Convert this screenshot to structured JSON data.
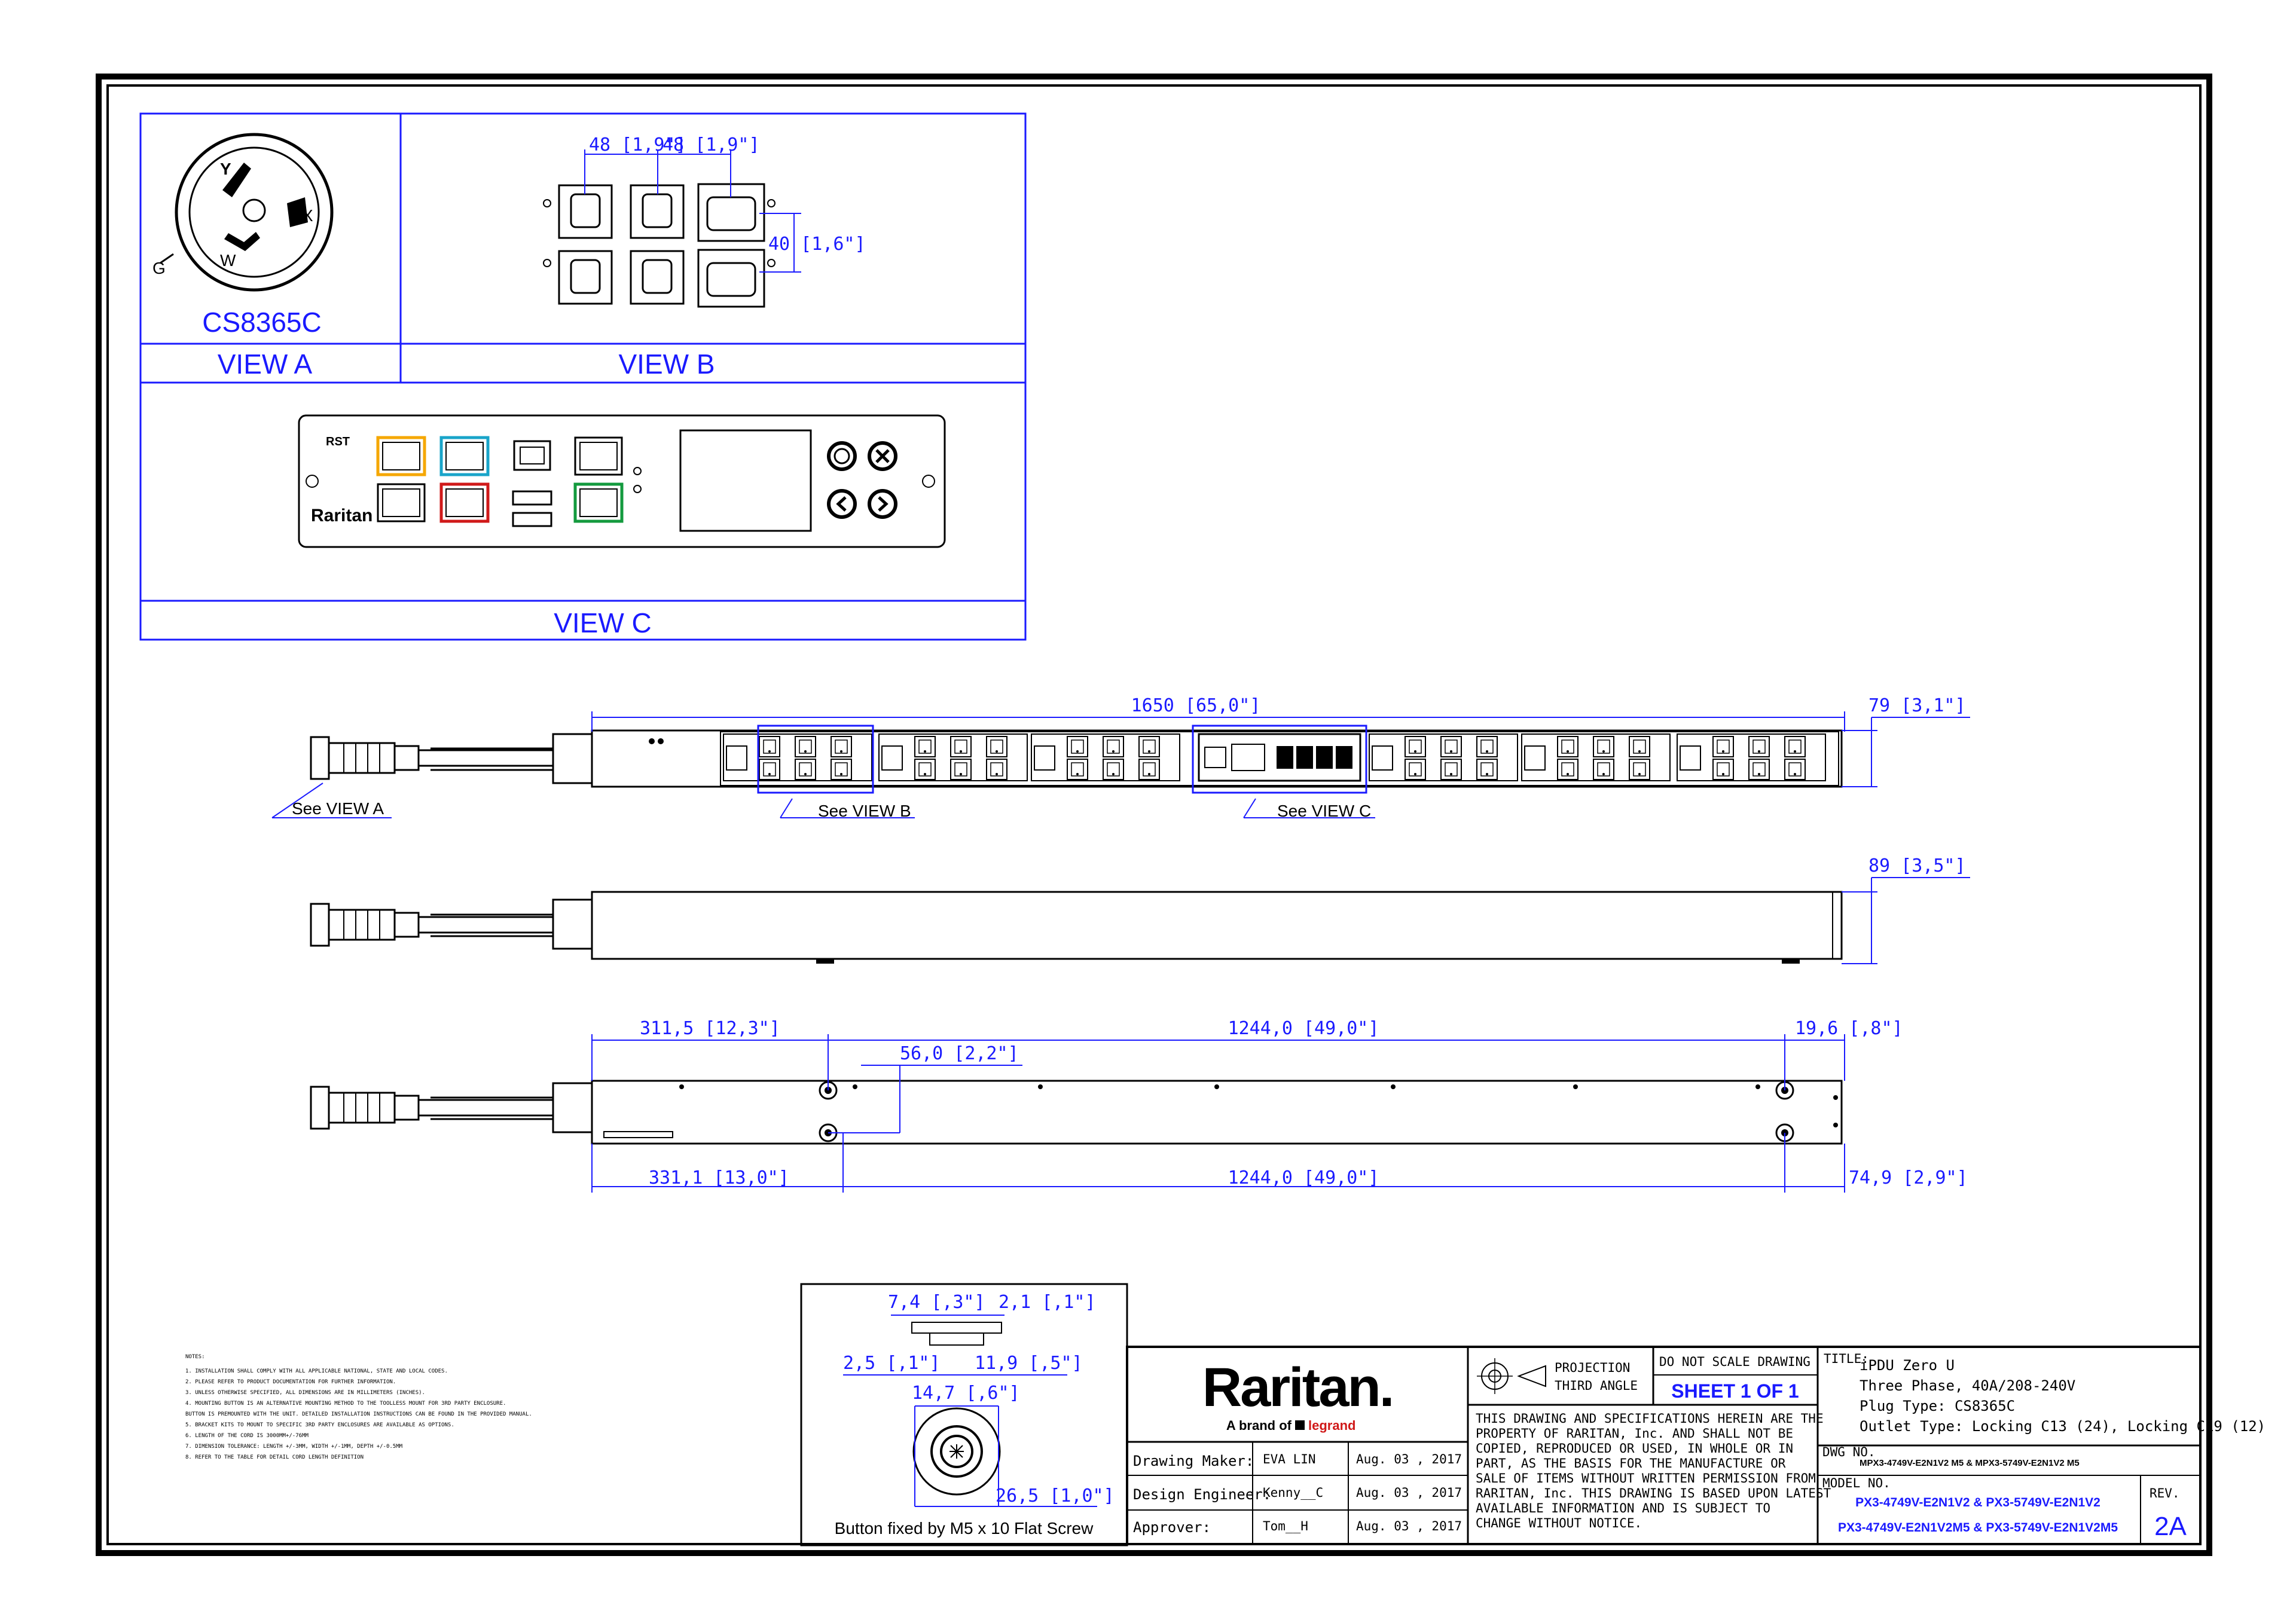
{
  "views": {
    "plug_model": "CS8365C",
    "view_a": "VIEW A",
    "view_b": "VIEW B",
    "view_c": "VIEW C",
    "pins": {
      "y": "Y",
      "x": "X",
      "w": "W",
      "g": "G"
    }
  },
  "view_b_dims": {
    "spacing_1": "48 [1,9\"]",
    "spacing_2": "48 [1,9\"]",
    "height": "40 [1,6\"]"
  },
  "view_c_panel": {
    "rst": "RST",
    "brand": "Raritan"
  },
  "main_dims": {
    "length": "1650 [65,0\"]",
    "width": "79 [3,1\"]",
    "depth": "89 [3,5\"]",
    "bracket_offset_top": "311,5 [12,3\"]",
    "bracket_span_top": "1244,0 [49,0\"]",
    "bracket_end_top": "19,6 [,8\"]",
    "bracket_gap": "56,0 [2,2\"]",
    "bracket_offset_bottom": "331,1 [13,0\"]",
    "bracket_span_bottom": "1244,0 [49,0\"]",
    "bracket_end_bottom": "74,9 [2,9\"]"
  },
  "callouts": {
    "see_a": "See VIEW A",
    "see_b": "See VIEW B",
    "see_c": "See VIEW C"
  },
  "button_detail": {
    "d1": "7,4 [,3\"]",
    "d2": "2,1 [,1\"]",
    "d3": "2,5 [,1\"]",
    "d4": "11,9 [,5\"]",
    "d5": "14,7 [,6\"]",
    "d6": "26,5 [1,0\"]",
    "caption": "Button fixed by M5 x 10 Flat Screw"
  },
  "notes": {
    "heading": "NOTES:",
    "items": [
      "1. INSTALLATION SHALL COMPLY WITH ALL APPLICABLE NATIONAL, STATE AND LOCAL CODES.",
      "2. PLEASE REFER TO PRODUCT DOCUMENTATION FOR FURTHER INFORMATION.",
      "3. UNLESS OTHERWISE SPECIFIED, ALL DIMENSIONS ARE IN MILLIMETERS (INCHES).",
      "4. MOUNTING BUTTON IS AN ALTERNATIVE MOUNTING METHOD TO THE TOOLLESS MOUNT FOR 3RD PARTY ENCLOSURE.",
      "   BUTTON IS PREMOUNTED WITH THE UNIT. DETAILED INSTALLATION INSTRUCTIONS CAN BE FOUND IN THE PROVIDED MANUAL.",
      "5. BRACKET KITS TO MOUNT TO SPECIFIC 3RD PARTY ENCLOSURES ARE AVAILABLE AS OPTIONS.",
      "6. LENGTH OF THE CORD IS 3000MM+/-76MM",
      "7. DIMENSION TOLERANCE: LENGTH +/-3MM, WIDTH +/-1MM, DEPTH +/-0.5MM",
      "8. REFER TO THE TABLE FOR DETAIL CORD LENGTH DEFINITION"
    ]
  },
  "title_block": {
    "logo": "Raritan.",
    "tagline_prefix": "A brand of",
    "tagline_brand": "legrand",
    "rows": [
      {
        "role": "Drawing Maker:",
        "name": "EVA LIN",
        "date": "Aug. 03 , 2017"
      },
      {
        "role": "Design Engineer:",
        "name": "Kenny__C",
        "date": "Aug. 03 , 2017"
      },
      {
        "role": "Approver:",
        "name": "Tom__H",
        "date": "Aug. 03 , 2017"
      }
    ],
    "projection_1": "PROJECTION",
    "projection_2": "THIRD ANGLE",
    "do_not_scale": "DO NOT SCALE DRAWING",
    "sheet": "SHEET 1 OF 1",
    "disclaimer": [
      "THIS DRAWING AND SPECIFICATIONS HEREIN ARE THE",
      "PROPERTY OF RARITAN, Inc. AND SHALL NOT BE",
      "COPIED, REPRODUCED OR USED, IN WHOLE OR IN",
      "PART, AS THE BASIS FOR THE MANUFACTURE OR",
      "SALE OF ITEMS WITHOUT WRITTEN PERMISSION FROM",
      "RARITAN, Inc. THIS DRAWING IS BASED UPON LATEST",
      "AVAILABLE INFORMATION AND IS SUBJECT TO",
      "CHANGE WITHOUT NOTICE."
    ],
    "title_label": "TITLE:",
    "title_lines": [
      "iPDU Zero U",
      "Three Phase, 40A/208-240V",
      "Plug Type: CS8365C",
      "Outlet Type: Locking C13 (24), Locking C19 (12)"
    ],
    "dwg_label": "DWG NO.",
    "dwg_no": "MPX3-4749V-E2N1V2 M5 & MPX3-5749V-E2N1V2 M5",
    "model_label": "MODEL NO.",
    "model_1": "PX3-4749V-E2N1V2 & PX3-5749V-E2N1V2",
    "model_2": "PX3-4749V-E2N1V2M5 & PX3-5749V-E2N1V2M5",
    "rev_label": "REV.",
    "rev": "2A"
  }
}
